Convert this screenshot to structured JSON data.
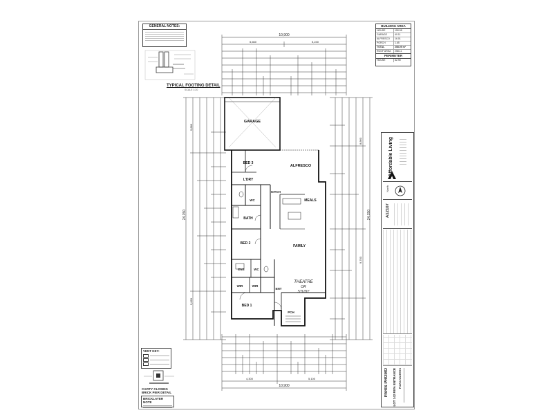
{
  "general_notes": {
    "title": "GENERAL NOTES:"
  },
  "footing": {
    "title": "TYPICAL FOOTING DETAIL",
    "scale": "SCALE 1:20"
  },
  "building_area": {
    "title": "BUILDING AREA",
    "rows": [
      {
        "label": "HOUSE",
        "value": "150.55"
      },
      {
        "label": "GARAGE",
        "value": "40.11"
      },
      {
        "label": "ALFRESCO",
        "value": "16.01"
      },
      {
        "label": "PORCH",
        "value": "1.65"
      },
      {
        "label": "TOTAL",
        "value": "208.09 m²"
      },
      {
        "label": "ROOF AREA",
        "value": "258.11"
      }
    ],
    "perimeter_title": "PERIMETER",
    "perimeter_rows": [
      {
        "label": "HOUSE",
        "value": "62.90"
      }
    ]
  },
  "rooms": {
    "garage": "GARAGE",
    "alfresco": "ALFRESCO",
    "bed3": "BED 3",
    "ldry": "L'DRY",
    "wc1": "WC",
    "kitch": "KITCH",
    "meals": "MEALS",
    "bath": "BATH",
    "bed2": "BED 2",
    "family": "FAMILY",
    "ens": "ENS",
    "wc2": "WC",
    "wir1": "WIR",
    "wir2": "WIR",
    "ent": "ENT",
    "theatre": "THEATRE",
    "or": "OR",
    "study": "STUDY",
    "bed1": "BED 1",
    "pch": "PCH"
  },
  "dimensions": {
    "top_overall": "10,900",
    "bottom_overall": "10,900",
    "left_overall": "24,150",
    "right_overall": "24,150",
    "top_a": "5,660",
    "top_b": "5,240",
    "bottom_a": "4,300",
    "bottom_b": "5,100",
    "right_a": "9,700",
    "right_b": "8,860",
    "left_a": "5,880",
    "left_b": "5,660"
  },
  "vent_key": {
    "title": "VENT KEY:"
  },
  "cavity": {
    "line1": "CAVITY CLOSING",
    "line2": "BRICK PIER DETAIL"
  },
  "bricklayer": {
    "title": "BRICKLAYER NOTE"
  },
  "title_block": {
    "company": "Affordable Living",
    "north": "North",
    "drawing_no": "A12107",
    "project": "PARIS PROMO",
    "lot": "LOT 142 RIVA ENTRANCE",
    "suburb": "PIARA WATERS"
  }
}
